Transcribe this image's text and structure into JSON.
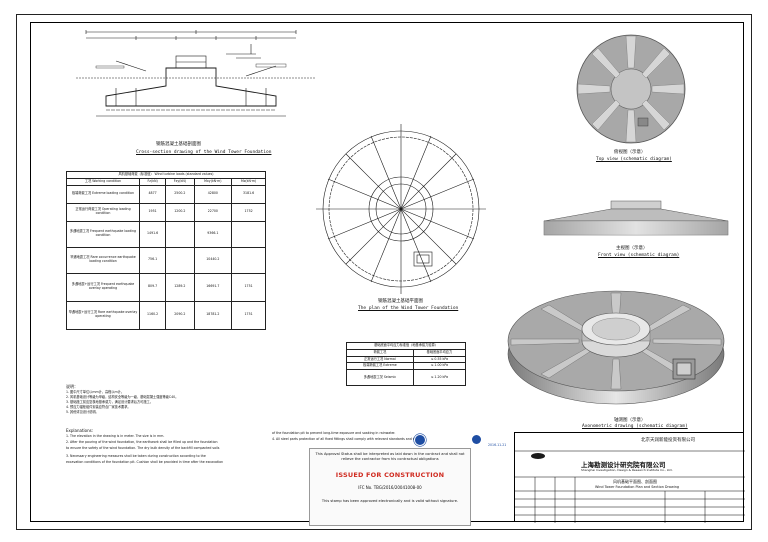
{
  "section": {
    "caption_cn": "钢筋混凝土基础剖面图",
    "caption_en": "Cross-section drawing of the Wind Tower Foundation"
  },
  "plan": {
    "caption_cn": "钢筋混凝土基础平面图",
    "caption_en": "The plan of the Wind Tower Foundation"
  },
  "views": {
    "top": {
      "caption_cn": "俯视图（示意）",
      "caption_en": "Top view (schematic diagram)"
    },
    "front": {
      "caption_cn": "主视图（示意）",
      "caption_en": "Front view (schematic diagram)"
    },
    "axo": {
      "caption_cn": "轴测图（示意）",
      "caption_en": "Axonometric drawing (schematic diagram)"
    }
  },
  "load_table": {
    "title": "风机基础荷载（标准值） Wind turbine loads (standard values)",
    "headers": [
      "工况 Working condition",
      "Fz(kN)",
      "Fxy(kN)",
      "Mxy(kN·m)",
      "Mz(kN·m)"
    ],
    "rows": [
      {
        "label": "极端荷载工况 Extreme loading condition",
        "values": [
          "4877",
          "2500.2",
          "42800",
          "3181.6"
        ]
      },
      {
        "label": "正常运行荷载工况 Operating loading condition",
        "values": [
          "1951",
          "1200.2",
          "22700",
          "1752"
        ]
      },
      {
        "label": "多遇地震工况 Frequent earthquake loading condition",
        "values": [
          "1491.6",
          "",
          "9366.1",
          ""
        ]
      },
      {
        "label": "罕遇地震工况 Rare occurrence earthquake loading condition",
        "values": [
          "756.1",
          "",
          "10440.2",
          ""
        ]
      },
      {
        "label": "多遇地震+运行工况 Frequent earthquake overlay operating",
        "values": [
          "809.7",
          "1289.2",
          "16691.7",
          "1751"
        ]
      },
      {
        "label": "罕遇地震+运行工况 Rare earthquake overlay operating",
        "values": [
          "1160.2",
          "2090.2",
          "18781.2",
          "1751"
        ]
      }
    ]
  },
  "small_table": {
    "title": "基础底面平均应力标准值（地基承载力验算）",
    "headers": [
      "荷载工况",
      "基础底面平均应力"
    ],
    "rows": [
      [
        "正常运行工况 Normal",
        "≤ 0.55 kPa"
      ],
      [
        "极端荷载工况 Extreme",
        "≤ 1.00 kPa"
      ],
      [
        "多遇地震工况 Seismic",
        "≤ 1.20 kPa"
      ]
    ]
  },
  "notes": {
    "heading_cn": "说明：",
    "lines_cn": [
      "1. 图中尺寸单位以mm计，高程以m计。",
      "2. 风机基础设计等级为甲级，结构安全等级为一级，基础混凝土强度等级C40。",
      "3. 基础施工前应复核地基承载力，满足设计要求后方可施工。",
      "4. 预应力锚栓组件安装应符合厂家技术要求。",
      "5. 其他详见设计说明。"
    ],
    "heading_en": "Explanations:",
    "lines_en": [
      "1. The elevation in the drawing is in meter. The size is in mm.",
      "2. After the pouring of the wind foundation, the earthwork shall be filled up and the foundation",
      "to ensure the safety of the wind foundation. The dry bulk density of the backfill compacted soils",
      "3. Necessary engineering measures shall be taken during construction according to the",
      "excavation conditions of the foundation pit. Cushion shall be provided in time after the excavation"
    ],
    "right_lines": [
      "of the foundation pit to prevent long-time exposure and soaking in rainwater.",
      "4. All steel parts protection of all fixed fittings shall comply with relevant standards and the ISO"
    ]
  },
  "stamp": {
    "approval_text": "This Approval Status shall be interpreted as laid down in the contract and shall not relieve the contractor from his contractual obligations",
    "issued": "ISSUED FOR CONSTRUCTION",
    "ref": "IFC No. TBG/2016/20041008-00",
    "footer": "This stamp has been approved electronically and is valid without signature.",
    "date": "2016.11.21"
  },
  "title_block": {
    "company_cn": "上海勘测设计研究院有限公司",
    "company_en": "Shanghai Investigation, Design & Research Institute Co., Ltd.",
    "client_cn": "北京天润新能投资有限公司",
    "project_cn": "风机基础平面图、剖面图",
    "project_en": "Wind Tower Foundation Plan and Section Drawing"
  },
  "colors": {
    "red": "#d02b20",
    "line": "#1a1a1a",
    "shade": "#9a9a9a"
  }
}
